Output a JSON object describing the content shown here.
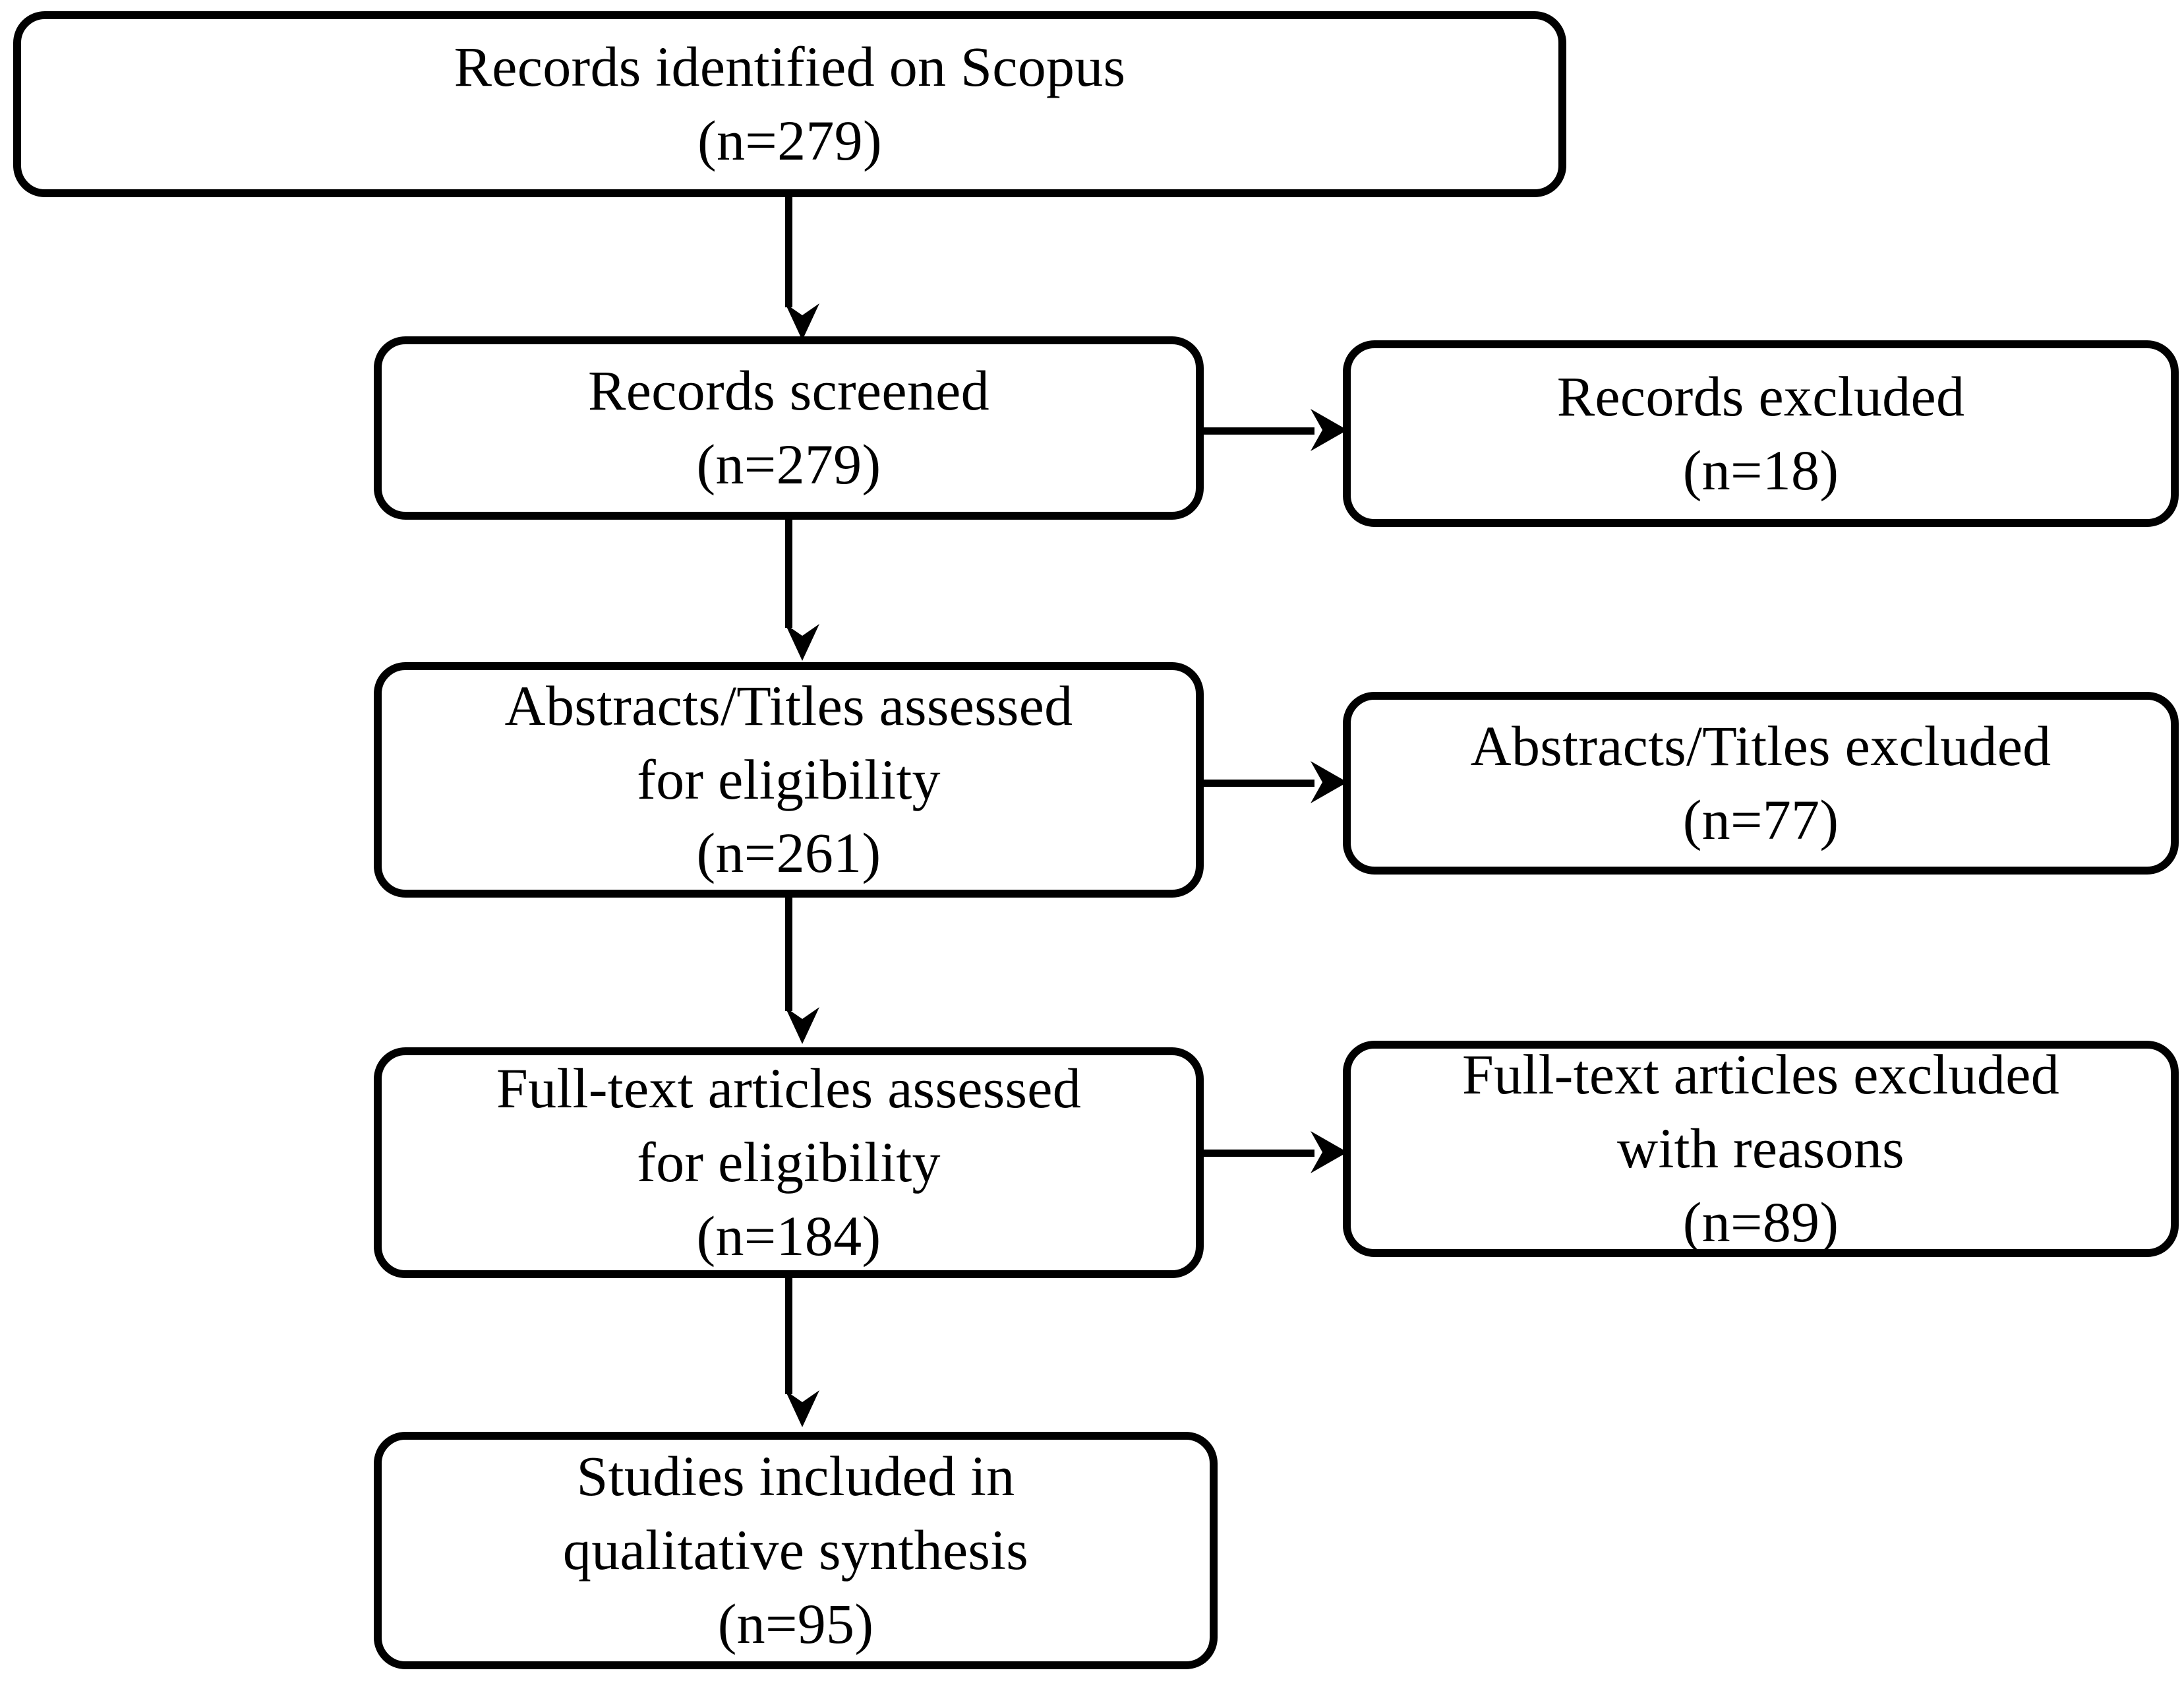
{
  "diagram": {
    "type": "prisma-flow-diagram",
    "title": "",
    "orientation": "top-to-bottom",
    "colors": {
      "stroke": "#000000",
      "fill": "#ffffff",
      "text": "#000000"
    },
    "nodes": [
      {
        "id": "identified",
        "name": "records-identified-box",
        "lines": [
          "Records identified on Scopus",
          "(n=279)"
        ],
        "count": 279,
        "column": "main",
        "row": 1
      },
      {
        "id": "screened",
        "name": "records-screened-box",
        "lines": [
          "Records screened",
          "(n=279)"
        ],
        "count": 279,
        "column": "main",
        "row": 2
      },
      {
        "id": "excluded-records",
        "name": "records-excluded-box",
        "lines": [
          "Records excluded",
          "(n=18)"
        ],
        "count": 18,
        "column": "side",
        "row": 2
      },
      {
        "id": "abstracts",
        "name": "abstracts-titles-assessed-box",
        "lines": [
          "Abstracts/Titles assessed",
          "for eligibility",
          "(n=261)"
        ],
        "count": 261,
        "column": "main",
        "row": 3
      },
      {
        "id": "excluded-abstracts",
        "name": "abstracts-titles-excluded-box",
        "lines": [
          "Abstracts/Titles excluded",
          "(n=77)"
        ],
        "count": 77,
        "column": "side",
        "row": 3
      },
      {
        "id": "fulltext",
        "name": "fulltext-articles-assessed-box",
        "lines": [
          "Full-text articles assessed",
          "for eligibility",
          "(n=184)"
        ],
        "count": 184,
        "column": "main",
        "row": 4
      },
      {
        "id": "excluded-fulltext",
        "name": "fulltext-articles-excluded-box",
        "lines": [
          "Full-text articles excluded",
          "with reasons",
          "(n=89)"
        ],
        "count": 89,
        "column": "side",
        "row": 4
      },
      {
        "id": "included",
        "name": "studies-included-box",
        "lines": [
          "Studies included in",
          "qualitative synthesis",
          "(n=95)"
        ],
        "count": 95,
        "column": "main",
        "row": 5
      }
    ],
    "edges": [
      {
        "from": "identified",
        "to": "screened",
        "direction": "down"
      },
      {
        "from": "screened",
        "to": "excluded-records",
        "direction": "right"
      },
      {
        "from": "screened",
        "to": "abstracts",
        "direction": "down"
      },
      {
        "from": "abstracts",
        "to": "excluded-abstracts",
        "direction": "right"
      },
      {
        "from": "abstracts",
        "to": "fulltext",
        "direction": "down"
      },
      {
        "from": "fulltext",
        "to": "excluded-fulltext",
        "direction": "right"
      },
      {
        "from": "fulltext",
        "to": "included",
        "direction": "down"
      }
    ]
  }
}
